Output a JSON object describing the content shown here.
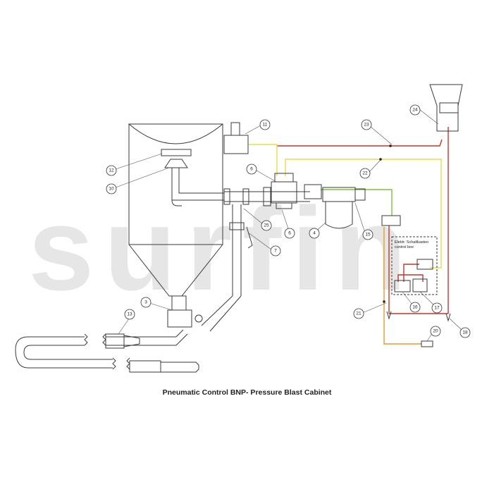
{
  "watermark": "surfin",
  "caption": "Pneumatic Control BNP- Pressure Blast Cabinet",
  "control_box": {
    "label_line1": "Elektr. Schaltkasten",
    "label_line2": "control box"
  },
  "callouts": [
    "11",
    "24",
    "23",
    "6",
    "12",
    "22",
    "10",
    "25",
    "6",
    "4",
    "15",
    "7",
    "3",
    "13",
    "21",
    "16",
    "17",
    "18",
    "20"
  ],
  "colors": {
    "line": "#3a3a3a",
    "air_red": "#c0392b",
    "signal_yellow": "#e8dc4a",
    "supply_green": "#7cc242",
    "hose_orange": "#e69a2e",
    "watermark": "#e6e6e6"
  }
}
